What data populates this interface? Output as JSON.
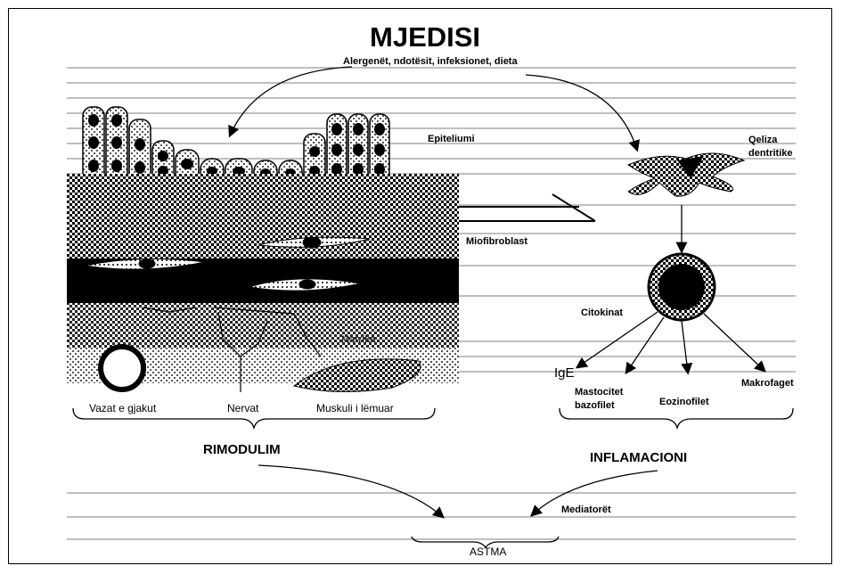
{
  "title": "MJEDISI",
  "environment_factors": "Alergenët, ndotësit, infeksionet, dieta",
  "epithelium": "Epiteliumi",
  "dendritic_cell": "Qeliza dentritike",
  "myofibroblast": "Miofibroblast",
  "cytokines": "Citokinat",
  "matrix": "Matrika",
  "ige": "IgE",
  "mast_basophils_line1": "Mastocitet",
  "mast_basophils_line2": "bazofilet",
  "eosinophils": "Eozinofilet",
  "macrophages": "Makrofaget",
  "blood_vessels": "Vazat e gjakut",
  "nerves": "Nervat",
  "smooth_muscle": "Muskuli i lëmuar",
  "remodeling": "RIMODULIM",
  "inflammation": "INFLAMACIONI",
  "mediators": "Mediatorët",
  "asthma": "ASTMA"
}
